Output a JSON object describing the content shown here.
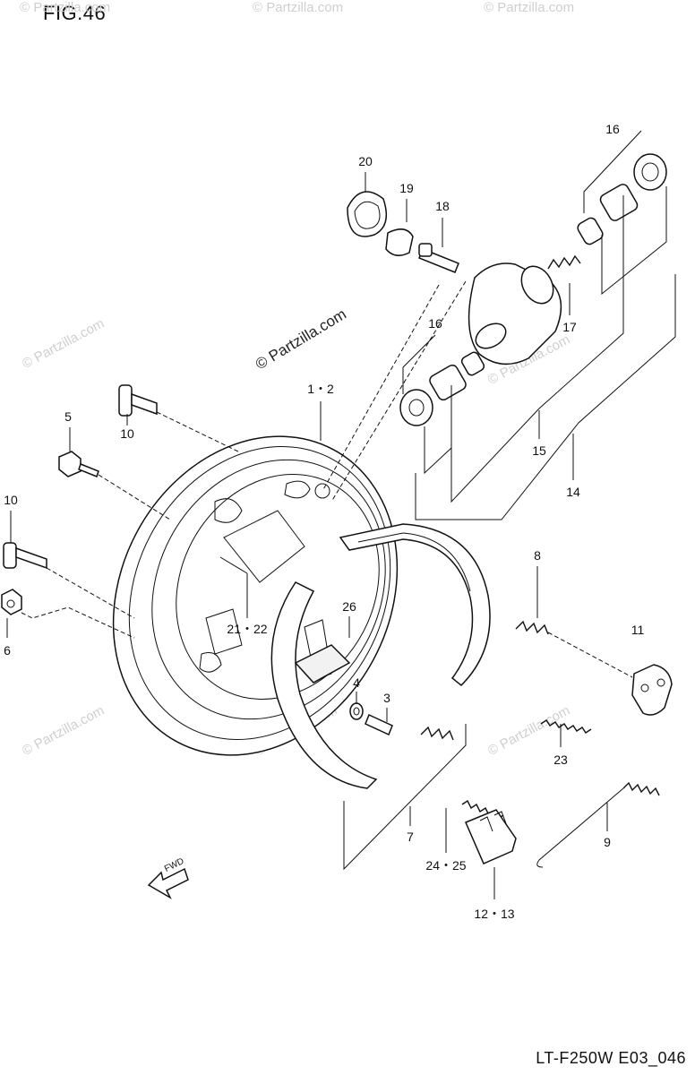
{
  "figure": {
    "title": "FIG.46",
    "code": "LT-F250W E03_046",
    "brand": "© Partzilla.com",
    "watermark": "© Partzilla.com"
  },
  "callouts": {
    "c1_2": "1・2",
    "c3": "3",
    "c4": "4",
    "c5": "5",
    "c6": "6",
    "c7": "7",
    "c8": "8",
    "c9": "9",
    "c10a": "10",
    "c10b": "10",
    "c11": "11",
    "c12_13": "12・13",
    "c14": "14",
    "c15": "15",
    "c16a": "16",
    "c16b": "16",
    "c17": "17",
    "c18": "18",
    "c19": "19",
    "c20": "20",
    "c21_22": "21・22",
    "c23": "23",
    "c24_25": "24・25",
    "c26": "26"
  },
  "fwd_arrow": {
    "label": "FWD"
  }
}
